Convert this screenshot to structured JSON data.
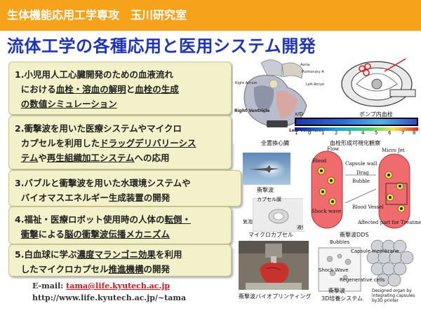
{
  "header": {
    "lab_title": "生体機能応用工学専攻　玉川研究室",
    "main_title": "流体工学の各種応用と医用システム開発"
  },
  "topics": [
    {
      "num": "1.",
      "parts": [
        "小児用人工心臓開発のための血液流れ",
        "における",
        "血栓・溶血の解明",
        "と",
        "血栓の生成",
        "の数値シミュレーション"
      ]
    },
    {
      "num": "2.",
      "parts": [
        "衝撃波を用いた医療システムやマイクロ",
        "カプセルを利用した",
        "ドラッグデリバリーシス",
        "テム",
        "や",
        "再生組織加工システム",
        "への応用"
      ]
    },
    {
      "num": "3.",
      "parts": [
        "バブルと衝撃波を用いた水環境システムや",
        "バイオマスエネルギー生成装置の開発"
      ]
    },
    {
      "num": "4.",
      "parts": [
        "福祉・医療ロボット使用時の人体の",
        "転倒・",
        "衝撃",
        "による",
        "脳の衝撃波伝播メカニズム"
      ]
    },
    {
      "num": "5.",
      "parts": [
        "白血球に学ぶ",
        "濃度マランゴニ効果",
        "を利用",
        "したマイクロカプセル",
        "推進機構",
        "の開発"
      ]
    }
  ],
  "contact": {
    "email_label": "E-mail: ",
    "email": "tama@life.kyutech.ac.jp",
    "url": "http://www.life.kyutech.ac.jp/~tama"
  },
  "figures": {
    "heart_caption": "全置換心臓",
    "pump_caption": "ポンプ内血栓",
    "thrombus_caption": "血栓形成可視化観察",
    "heart_labels": [
      "Right Atrium",
      "Aorta",
      "Pulmonary Artery",
      "Left Atrium",
      "Right Ventricle",
      "Left Ventricle"
    ],
    "colorbar_label": "x/D",
    "colorbar_ticks": [
      "1",
      "0",
      "1",
      "2",
      "3",
      "4",
      "5",
      "6",
      "7",
      "8"
    ],
    "shock_caption": "衝撃波",
    "capsule_label": "カプセル膜",
    "bubble_label": "気泡",
    "liquid_label": "液体",
    "microcapsule_caption": "マイクロカプセル",
    "dds_caption": "衝撃波DDS",
    "dds_labels": [
      "Flow",
      "Micro Jet",
      "Blood",
      "Capsule wall",
      "Drag",
      "Bubble",
      "Shock wave",
      "Blood Vessel",
      "Affected part for Treatment"
    ],
    "bioprint_caption": "衝撃波バイオプリンティング",
    "regen_caption_1": "衝撃波",
    "regen_caption_2": "3D培養システム",
    "regen_labels": [
      "Bubbles",
      "Capsule membrane",
      "Shock Wave",
      "Regenerative cells",
      "Designed organ by integrating capsules by3D printer"
    ]
  },
  "colors": {
    "header_bg": "#f6a21a",
    "title_blue": "#1e35b8",
    "box_bg": "#f2f1c9",
    "vessel_red": "#ef6b6e",
    "link_red": "#d4141c"
  }
}
